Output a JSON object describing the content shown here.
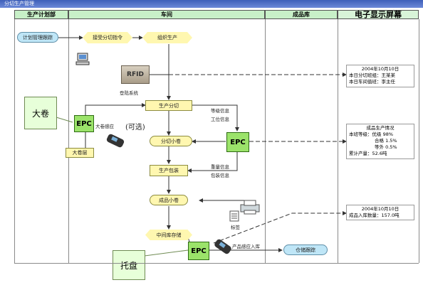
{
  "window": {
    "title": "分切生产管理"
  },
  "lanes": {
    "production_plan": "生产计划部",
    "workshop": "车间",
    "finished_warehouse": "成品库",
    "display": "电子显示屏幕"
  },
  "nodes": {
    "plan_tracking": "计划管理跟踪",
    "receive_order": "接受分切指令",
    "organize_production": "组织生产",
    "slitting": "生产分切",
    "slit_roll": "分切小卷",
    "packing": "生产包装",
    "finished_roll": "成品小卷",
    "mid_storage": "中间库存储",
    "warehouse_tracking": "仓储跟踪",
    "big_roll_warehouse": "大卷层",
    "rfid": "RFID",
    "login_system": "登陆系统",
    "epc": "EPC"
  },
  "labels": {
    "big_roll_sense": "大卷感应",
    "optional": "(可选)",
    "grade_info": "等级信息",
    "process_info": "工位信息",
    "weight_info": "重量信息",
    "pack_info": "包装信息",
    "label": "标签",
    "produce_sense_in": "产品感应入库"
  },
  "callouts": {
    "big_roll": "大卷",
    "pallet": "托盘"
  },
  "displays": {
    "shift": [
      "2004年10月10日",
      "本日分切班组：王某某",
      "本日车间值班：李主任"
    ],
    "status": [
      "成品生产情况",
      "本班等级：优级 98%",
      "合格 1.5%",
      "等外 0.5%",
      "累计产量：52.6吨"
    ],
    "storage": [
      "2004年10月10日",
      "成品入库数量：157.0吨"
    ]
  },
  "colors": {
    "lane_header": "#c8f0c8",
    "display_header": "#d8f4d8",
    "node_fill": "#fff7b0",
    "epc_fill": "#9be36a"
  }
}
